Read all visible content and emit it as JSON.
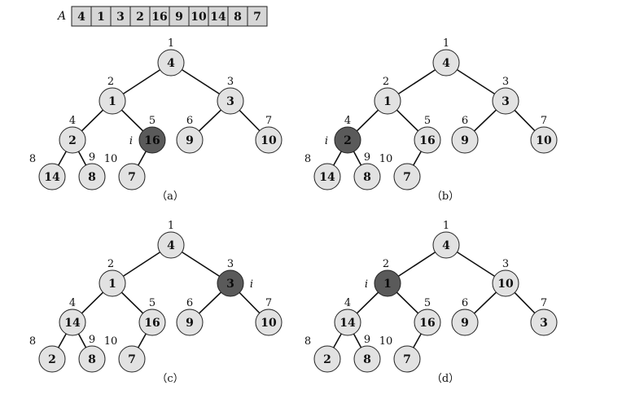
{
  "array": {
    "label": "A",
    "values": [
      "4",
      "1",
      "3",
      "2",
      "16",
      "9",
      "10",
      "14",
      "8",
      "7"
    ]
  },
  "indices": [
    "1",
    "2",
    "3",
    "4",
    "5",
    "6",
    "7",
    "8",
    "9",
    "10"
  ],
  "marker": "i",
  "diagrams": [
    {
      "caption": "（a）",
      "nodes": [
        "4",
        "1",
        "3",
        "2",
        "16",
        "9",
        "10",
        "14",
        "8",
        "7"
      ],
      "highlight": 5
    },
    {
      "caption": "（b）",
      "nodes": [
        "4",
        "1",
        "3",
        "2",
        "16",
        "9",
        "10",
        "14",
        "8",
        "7"
      ],
      "highlight": 4
    },
    {
      "caption": "（c）",
      "nodes": [
        "4",
        "1",
        "3",
        "14",
        "16",
        "9",
        "10",
        "2",
        "8",
        "7"
      ],
      "highlight": 3
    },
    {
      "caption": "（d）",
      "nodes": [
        "4",
        "1",
        "10",
        "14",
        "16",
        "9",
        "3",
        "2",
        "8",
        "7"
      ],
      "highlight": 2
    }
  ],
  "colors": {
    "node_fill": "#e2e2e2",
    "highlight_fill": "#5a5a5a",
    "array_fill": "#d6d6d6"
  }
}
